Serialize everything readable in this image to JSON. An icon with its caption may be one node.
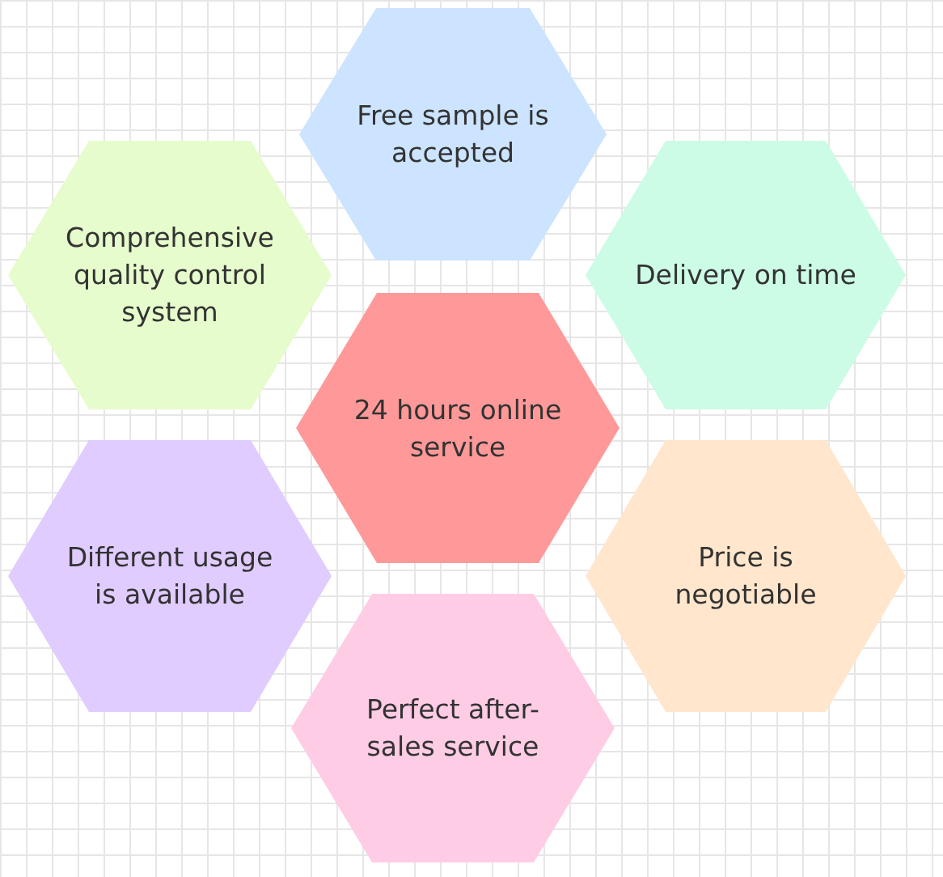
{
  "diagram": {
    "nodes": [
      {
        "text": [
          "Free sample is accepted"
        ]
      },
      {
        "text": [
          "Comprehensive quality control system"
        ]
      },
      {
        "text": [
          "Delivery on time"
        ]
      },
      {
        "text": [
          "24 hours online service"
        ]
      },
      {
        "text": [
          "Different usage is available"
        ]
      },
      {
        "text": [
          "Price is negotiable"
        ]
      },
      {
        "text": [
          "Perfect after-sales service"
        ]
      }
    ]
  }
}
